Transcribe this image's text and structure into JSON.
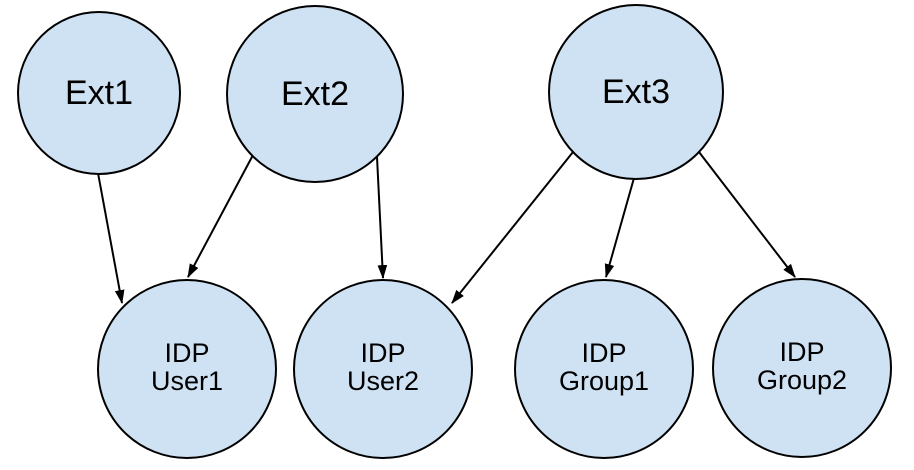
{
  "diagram": {
    "nodes": {
      "ext1": {
        "label": "Ext1"
      },
      "ext2": {
        "label": "Ext2"
      },
      "ext3": {
        "label": "Ext3"
      },
      "idp_user1": {
        "line1": "IDP",
        "line2": "User1"
      },
      "idp_user2": {
        "line1": "IDP",
        "line2": "User2"
      },
      "idp_group1": {
        "line1": "IDP",
        "line2": "Group1"
      },
      "idp_group2": {
        "line1": "IDP",
        "line2": "Group2"
      }
    },
    "edges": [
      {
        "from": "Ext1",
        "to": "IDP User1"
      },
      {
        "from": "Ext2",
        "to": "IDP User1"
      },
      {
        "from": "Ext2",
        "to": "IDP User2"
      },
      {
        "from": "Ext3",
        "to": "IDP User2"
      },
      {
        "from": "Ext3",
        "to": "IDP Group1"
      },
      {
        "from": "Ext3",
        "to": "IDP Group2"
      }
    ],
    "colors": {
      "node_fill": "#cfe2f3",
      "node_stroke": "#000000",
      "edge": "#000000",
      "text": "#000000",
      "background": "#ffffff"
    }
  }
}
